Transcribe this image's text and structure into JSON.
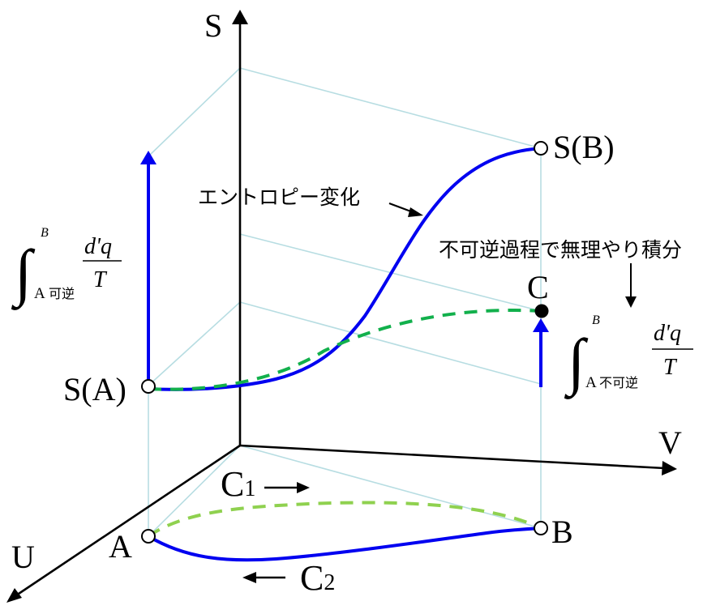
{
  "axes": {
    "s_label": "S",
    "v_label": "V",
    "u_label": "U"
  },
  "points": {
    "a": "A",
    "b": "B",
    "c": "C",
    "s_a": "S(A)",
    "s_b": "S(B)"
  },
  "paths": {
    "c1": "C",
    "c1_sub": "1",
    "c2": "C",
    "c2_sub": "2"
  },
  "annotations": {
    "entropy_change": "エントロピー変化",
    "irreversible_forced": "不可逆過程で無理やり積分"
  },
  "integrals": {
    "reversible": {
      "upper": "B",
      "lower": "A",
      "lower_tag": "可逆",
      "numerator": "d'q",
      "denominator": "T"
    },
    "irreversible": {
      "upper": "B",
      "lower": "A",
      "lower_tag": "不可逆",
      "numerator": "d'q",
      "denominator": "T"
    }
  },
  "colors": {
    "reversible_curve": "#0000f0",
    "irreversible_curve": "#12b04c",
    "path_c1": "#8fd14f",
    "guide_lines": "#b7dde2",
    "axes": "#000000"
  }
}
